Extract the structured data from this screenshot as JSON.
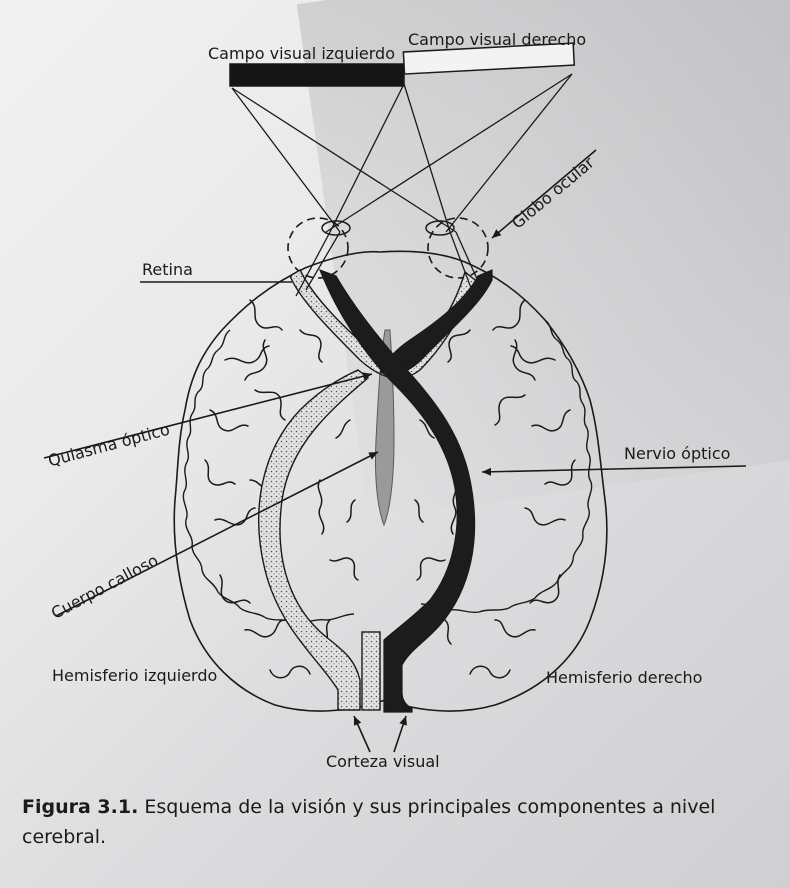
{
  "labels": {
    "left_visual_field": "Campo visual izquierdo",
    "right_visual_field": "Campo visual derecho",
    "eyeball": "Globo ocular",
    "retina": "Retina",
    "optic_chiasm": "Quiasma óptico",
    "optic_nerve": "Nervio óptico",
    "corpus_callosum": "Cuerpo calloso",
    "left_hemisphere": "Hemisferio izquierdo",
    "right_hemisphere": "Hemisferio derecho",
    "visual_cortex": "Corteza visual"
  },
  "caption": {
    "figure_label": "Figura 3.1.",
    "text": " Esquema de la visión y sus principales componentes a nivel cerebral."
  },
  "colors": {
    "ink": "#1a1a1a",
    "left_pathway_fill": "#d6d6d6",
    "right_pathway_fill": "#1c1c1c",
    "corpus_callosum_fill": "#9a9a9a"
  }
}
